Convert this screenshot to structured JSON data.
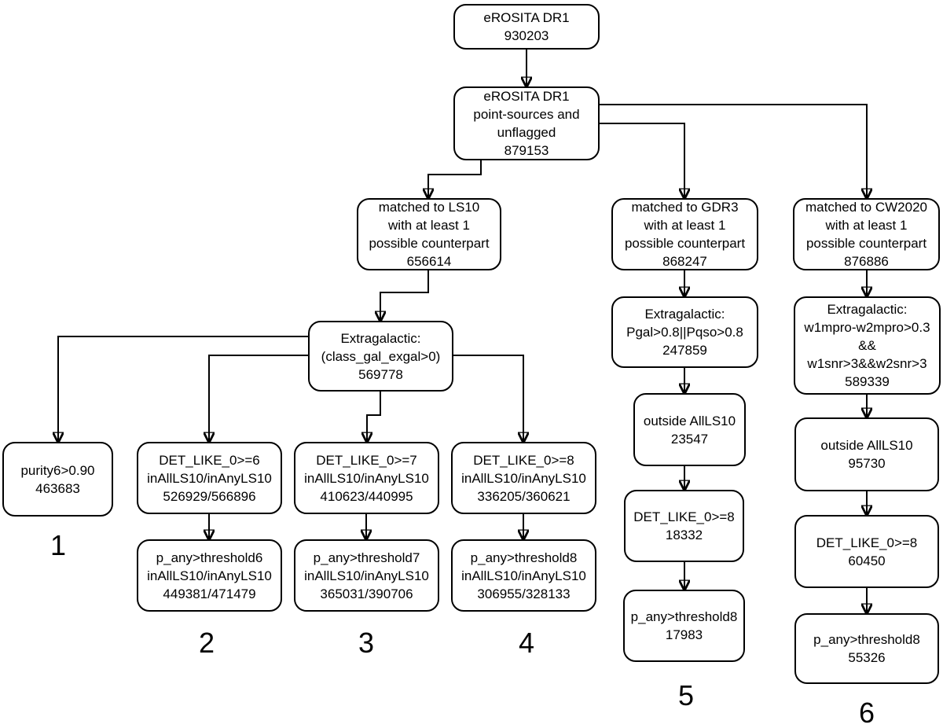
{
  "diagram": {
    "background_color": "#ffffff",
    "node_border_color": "#000000",
    "text_color": "#000000"
  },
  "nodes": {
    "root": {
      "lines": [
        "eROSITA DR1",
        "930203"
      ]
    },
    "unflagged": {
      "lines": [
        "eROSITA DR1",
        "point-sources and",
        "unflagged",
        "879153"
      ]
    },
    "ls10": {
      "lines": [
        "matched to LS10",
        "with at least 1",
        "possible counterpart",
        "656614"
      ]
    },
    "gdr3": {
      "lines": [
        "matched to GDR3",
        "with at least 1",
        "possible counterpart",
        "868247"
      ]
    },
    "cw2020": {
      "lines": [
        "matched to CW2020",
        "with at least 1",
        "possible counterpart",
        "876886"
      ]
    },
    "exgal_ls10": {
      "lines": [
        "Extragalactic:",
        "(class_gal_exgal>0)",
        "569778"
      ]
    },
    "exgal_gdr3": {
      "lines": [
        "Extragalactic:",
        "Pgal>0.8||Pqso>0.8",
        "247859"
      ]
    },
    "exgal_cw2020": {
      "lines": [
        "Extragalactic:",
        "w1mpro-w2mpro>0.3",
        "&&",
        "w1snr>3&&w2snr>3",
        "589339"
      ]
    },
    "purity6": {
      "lines": [
        "purity6>0.90",
        "463683"
      ]
    },
    "det6": {
      "lines": [
        "DET_LIKE_0>=6",
        "inAllLS10/inAnyLS10",
        "526929/566896"
      ]
    },
    "det7": {
      "lines": [
        "DET_LIKE_0>=7",
        "inAllLS10/inAnyLS10",
        "410623/440995"
      ]
    },
    "det8": {
      "lines": [
        "DET_LIKE_0>=8",
        "inAllLS10/inAnyLS10",
        "336205/360621"
      ]
    },
    "pany6": {
      "lines": [
        "p_any>threshold6",
        "inAllLS10/inAnyLS10",
        "449381/471479"
      ]
    },
    "pany7": {
      "lines": [
        "p_any>threshold7",
        "inAllLS10/inAnyLS10",
        "365031/390706"
      ]
    },
    "pany8": {
      "lines": [
        "p_any>threshold8",
        "inAllLS10/inAnyLS10",
        "306955/328133"
      ]
    },
    "outside_gdr3": {
      "lines": [
        "outside AllLS10",
        "23547"
      ]
    },
    "det8_gdr3": {
      "lines": [
        "DET_LIKE_0>=8",
        "18332"
      ]
    },
    "pany8_gdr3": {
      "lines": [
        "p_any>threshold8",
        "17983"
      ]
    },
    "outside_cw2020": {
      "lines": [
        "outside AllLS10",
        "95730"
      ]
    },
    "det8_cw2020": {
      "lines": [
        "DET_LIKE_0>=8",
        "60450"
      ]
    },
    "pany8_cw2020": {
      "lines": [
        "p_any>threshold8",
        "55326"
      ]
    }
  },
  "branch_labels": {
    "b1": "1",
    "b2": "2",
    "b3": "3",
    "b4": "4",
    "b5": "5",
    "b6": "6"
  }
}
